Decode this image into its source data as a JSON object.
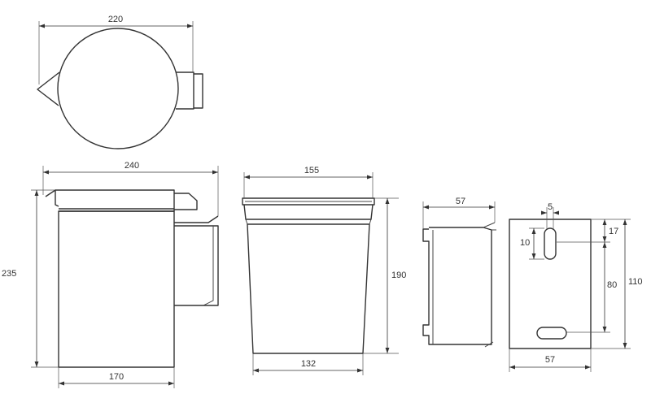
{
  "colors": {
    "line": "#333333",
    "background": "#ffffff"
  },
  "top_view": {
    "dimensions": {
      "width": "220"
    }
  },
  "front_view": {
    "dimensions": {
      "total_width": "240",
      "height": "235",
      "body_width": "170"
    }
  },
  "liner_view": {
    "dimensions": {
      "top_width": "155",
      "height": "190",
      "bottom_width": "132"
    }
  },
  "bracket_side_view": {
    "dimensions": {
      "width": "57"
    }
  },
  "bracket_front_view": {
    "dimensions": {
      "slot_width": "5",
      "slot_height": "10",
      "top_offset": "17",
      "slot_spacing": "80",
      "height": "110",
      "width": "57"
    }
  }
}
